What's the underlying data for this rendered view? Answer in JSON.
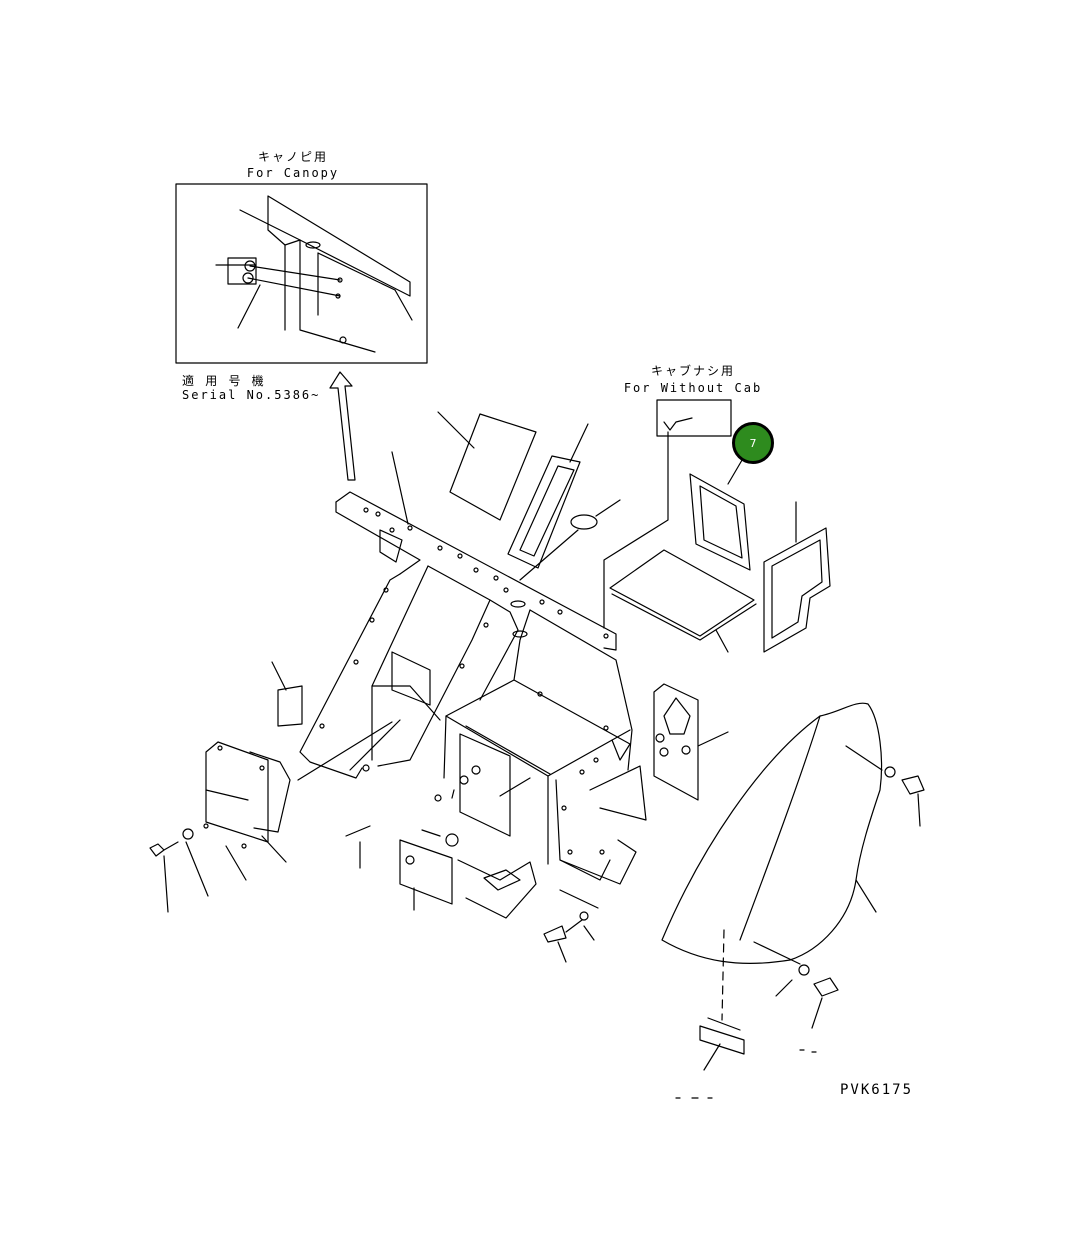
{
  "canopy_inset": {
    "title_jp": "キャノピ用",
    "title_en": "For Canopy"
  },
  "serial_note": {
    "line_jp": "適 用 号 機",
    "line_en": "Serial No.5386~"
  },
  "without_cab_inset": {
    "title_jp": "キャブナシ用",
    "title_en": "For Without Cab"
  },
  "callout": {
    "number": "7",
    "color": "#2e8b1e"
  },
  "figure_code": "PVK6175"
}
